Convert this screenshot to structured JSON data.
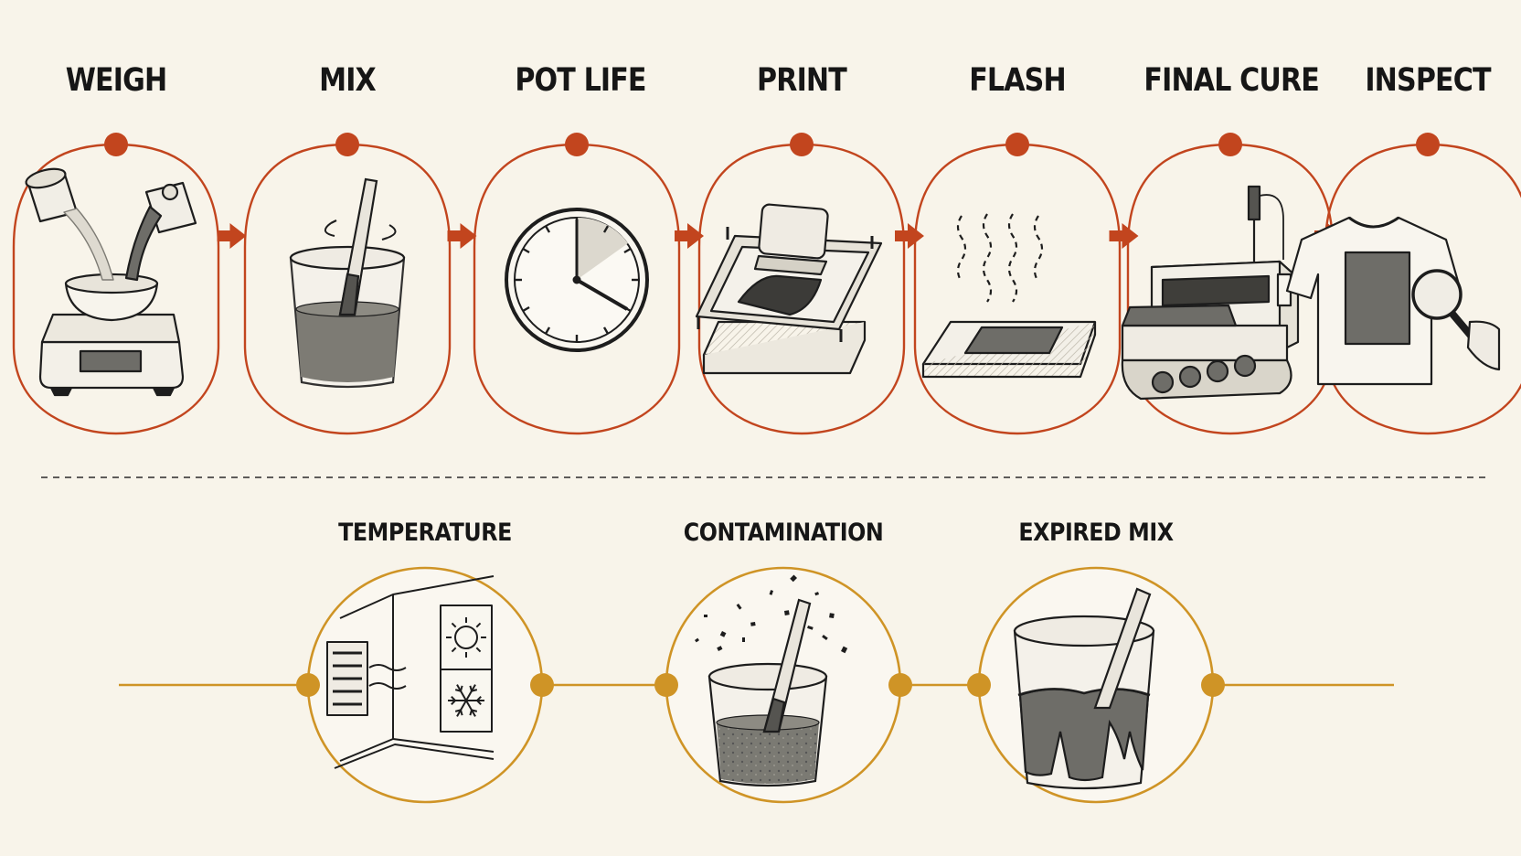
{
  "colors": {
    "background": "#f8f4ea",
    "process_accent": "#c2451e",
    "factor_accent": "#cf9426",
    "ink": "#1d1d1d",
    "fluid": "#7d7b74"
  },
  "process": {
    "steps": [
      {
        "label": "WEIGH",
        "icon": "scale-pouring-icon"
      },
      {
        "label": "MIX",
        "icon": "mixing-cup-icon"
      },
      {
        "label": "POT LIFE",
        "icon": "clock-icon"
      },
      {
        "label": "PRINT",
        "icon": "screen-print-icon"
      },
      {
        "label": "FLASH",
        "icon": "flash-heat-icon"
      },
      {
        "label": "FINAL CURE",
        "icon": "conveyor-dryer-icon"
      },
      {
        "label": "INSPECT",
        "icon": "shirt-magnifier-icon"
      }
    ]
  },
  "factors": {
    "items": [
      {
        "label": "TEMPERATURE",
        "icon": "room-climate-icon"
      },
      {
        "label": "CONTAMINATION",
        "icon": "contaminated-cup-icon"
      },
      {
        "label": "EXPIRED MIX",
        "icon": "expired-cup-icon"
      }
    ]
  }
}
